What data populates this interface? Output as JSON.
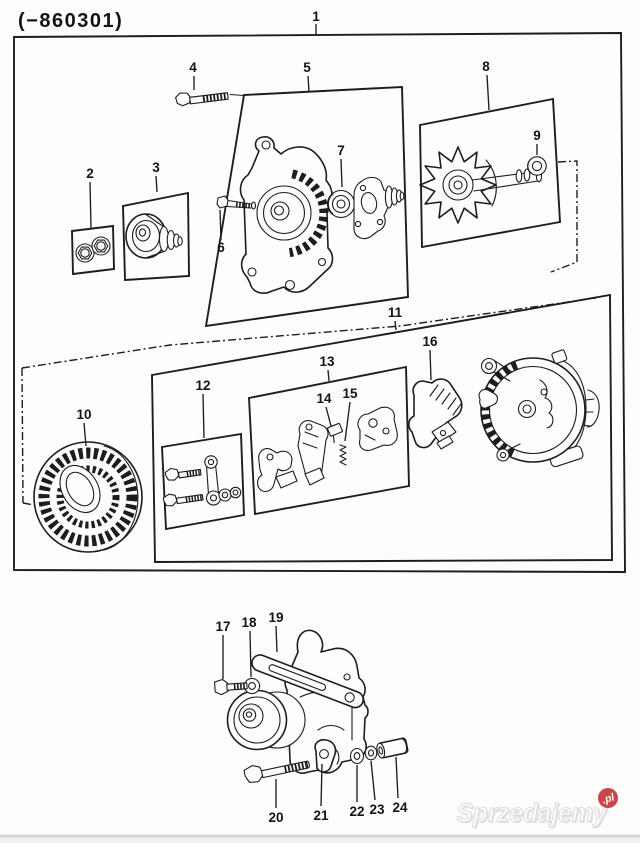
{
  "header": {
    "code": "(−860301)"
  },
  "callouts": [
    "1",
    "2",
    "3",
    "4",
    "5",
    "6",
    "7",
    "8",
    "9",
    "10",
    "11",
    "12",
    "13",
    "14",
    "15",
    "16",
    "17",
    "18",
    "19",
    "20",
    "21",
    "22",
    "23",
    "24"
  ],
  "watermark": {
    "brand": "Sprzedajemy",
    "tld": ".pl",
    "badge_color": "#c8474d"
  }
}
